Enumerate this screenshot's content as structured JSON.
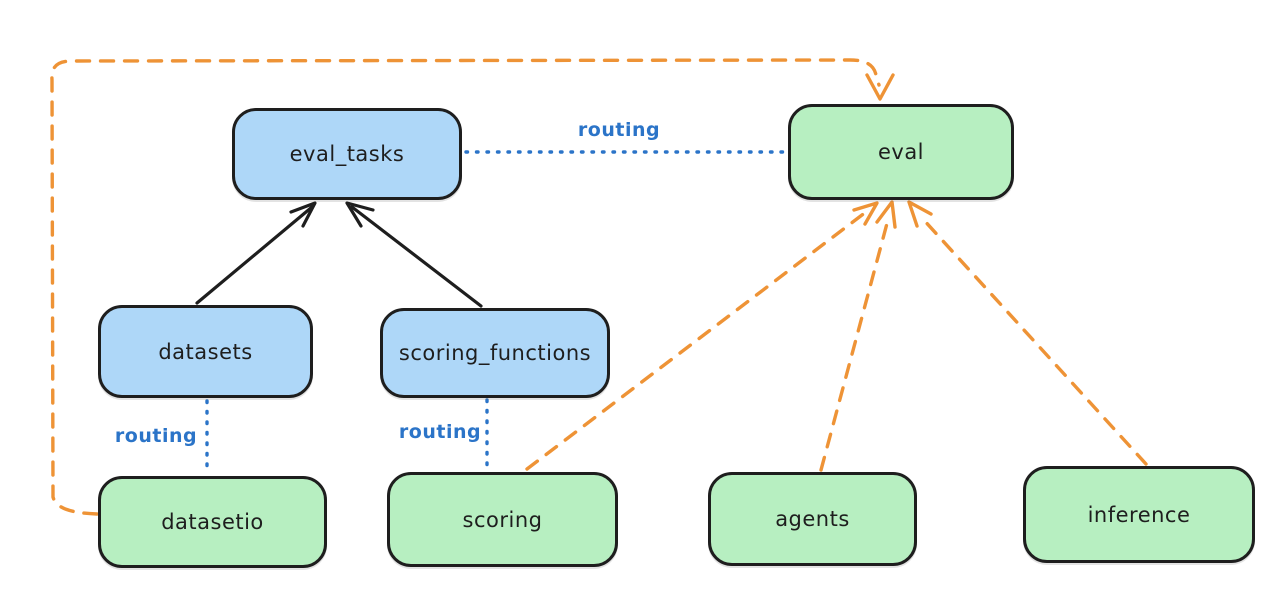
{
  "colors": {
    "background": "#ffffff",
    "stroke": "#1e1e1e",
    "blue_fill": "#aed7f8",
    "green_fill": "#b7efc1",
    "routing": "#2b74c8",
    "orange": "#ee9336"
  },
  "nodes": {
    "eval_tasks": {
      "label": "eval_tasks",
      "fill": "blue"
    },
    "eval": {
      "label": "eval",
      "fill": "green"
    },
    "datasets": {
      "label": "datasets",
      "fill": "blue"
    },
    "scoring_functions": {
      "label": "scoring_functions",
      "fill": "blue"
    },
    "datasetio": {
      "label": "datasetio",
      "fill": "green"
    },
    "scoring": {
      "label": "scoring",
      "fill": "green"
    },
    "agents": {
      "label": "agents",
      "fill": "green"
    },
    "inference": {
      "label": "inference",
      "fill": "green"
    }
  },
  "edges": [
    {
      "from": "datasets",
      "to": "eval_tasks",
      "style": "solid",
      "color": "black",
      "arrow": true
    },
    {
      "from": "scoring_functions",
      "to": "eval_tasks",
      "style": "solid",
      "color": "black",
      "arrow": true
    },
    {
      "from": "eval_tasks",
      "to": "eval",
      "style": "dotted",
      "color": "blue",
      "arrow": false,
      "label": "routing"
    },
    {
      "from": "datasets",
      "to": "datasetio",
      "style": "dotted",
      "color": "blue",
      "arrow": false,
      "label": "routing"
    },
    {
      "from": "scoring_functions",
      "to": "scoring",
      "style": "dotted",
      "color": "blue",
      "arrow": false,
      "label": "routing"
    },
    {
      "from": "datasetio",
      "to": "eval",
      "style": "dashed",
      "color": "orange",
      "arrow": true
    },
    {
      "from": "scoring",
      "to": "eval",
      "style": "dashed",
      "color": "orange",
      "arrow": true
    },
    {
      "from": "agents",
      "to": "eval",
      "style": "dashed",
      "color": "orange",
      "arrow": true
    },
    {
      "from": "inference",
      "to": "eval",
      "style": "dashed",
      "color": "orange",
      "arrow": true
    }
  ]
}
